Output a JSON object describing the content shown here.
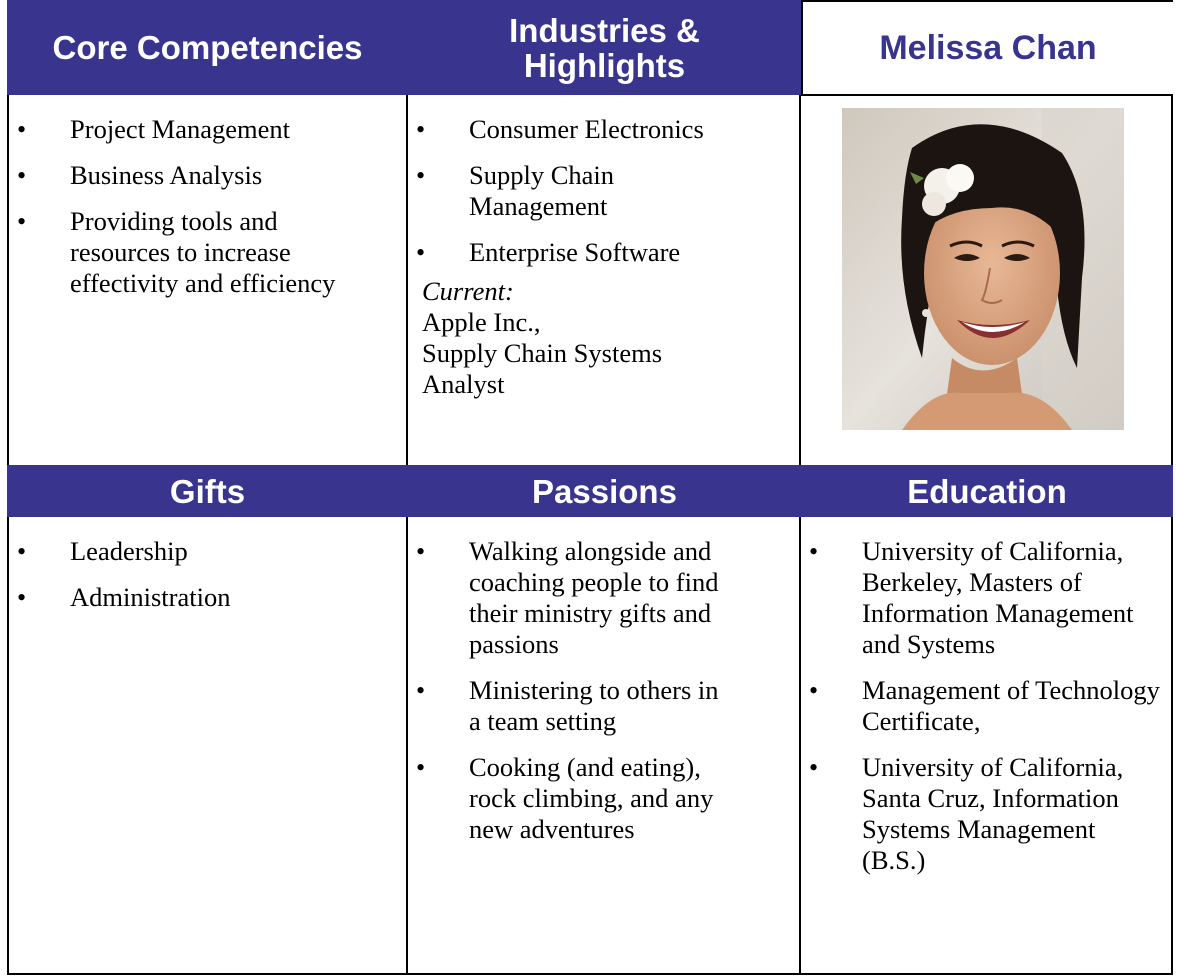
{
  "headers": {
    "core": "Core Competencies",
    "industries_line1": "Industries &",
    "industries_line2": "Highlights",
    "name": "Melissa Chan",
    "gifts": "Gifts",
    "passions": "Passions",
    "education": "Education"
  },
  "core_competencies": [
    "Project Management",
    "Business Analysis",
    "Providing tools and resources to increase effectivity and efficiency"
  ],
  "industries": [
    "Consumer Electronics",
    "Supply Chain Management",
    "Enterprise Software"
  ],
  "current": {
    "label": "Current:",
    "line1": "Apple Inc.,",
    "line2": "Supply Chain Systems",
    "line3": "Analyst"
  },
  "gifts": [
    "Leadership",
    "Administration"
  ],
  "passions": [
    "Walking alongside and coaching people to find their ministry gifts and passions",
    "Ministering to others in a team setting",
    "Cooking (and eating), rock climbing, and any new adventures"
  ],
  "education": [
    "University of California, Berkeley, Masters of Information Management and Systems",
    "Management of Technology Certificate,",
    "University of California, Santa Cruz, Information Systems Management (B.S.)"
  ],
  "bullet_glyph": "•",
  "colors": {
    "header_bg": "#39358f",
    "header_text": "#ffffff",
    "name_text": "#39358f"
  },
  "photo": {
    "icon": "portrait-photo"
  }
}
